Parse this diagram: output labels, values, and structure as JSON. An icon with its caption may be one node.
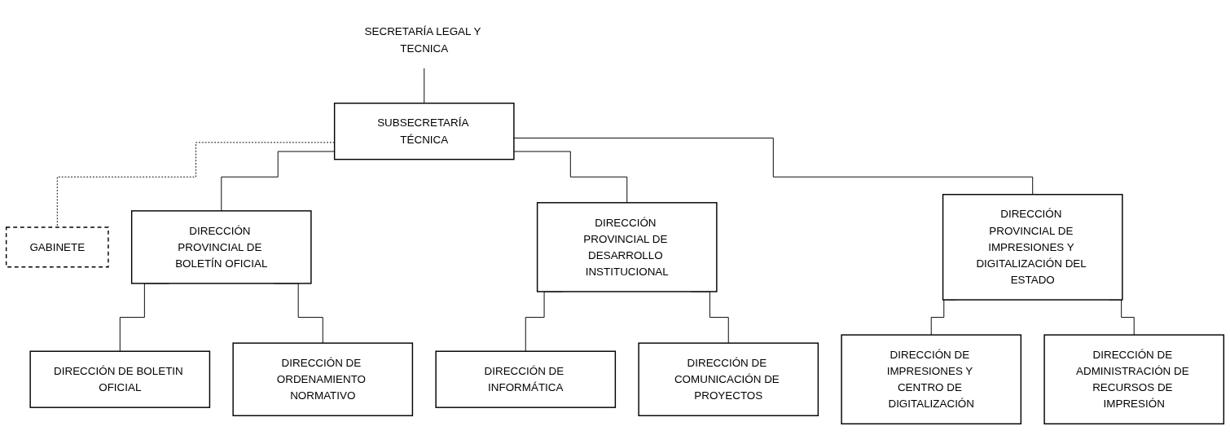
{
  "diagram": {
    "nodes": [
      {
        "text": [
          "SECRETARÍA LEGAL Y TECNICA"
        ]
      },
      {
        "text": [
          "SUBSECRETARÍA TÉCNICA"
        ]
      },
      {
        "text": [
          "GABINETE"
        ]
      },
      {
        "text": [
          "DIRECCIÓN PROVINCIAL DE BOLETÍN OFICIAL"
        ]
      },
      {
        "text": [
          "DIRECCIÓN PROVINCIAL DE DESARROLLO INSTITUCIONAL"
        ]
      },
      {
        "text": [
          "DIRECCIÓN PROVINCIAL DE IMPRESIONES Y DIGITALIZACIÓN DEL ESTADO"
        ]
      },
      {
        "text": [
          "DIRECCIÓN DE BOLETIN OFICIAL"
        ]
      },
      {
        "text": [
          "DIRECCIÓN DE ORDENAMIENTO NORMATIVO"
        ]
      },
      {
        "text": [
          "DIRECCIÓN DE INFORMÁTICA"
        ]
      },
      {
        "text": [
          "DIRECCIÓN DE COMUNICACIÓN DE PROYECTOS"
        ]
      },
      {
        "text": [
          "DIRECCIÓN DE IMPRESIONES Y CENTRO DE DIGITALIZACIÓN"
        ]
      },
      {
        "text": [
          "DIRECCIÓN DE ADMINISTRACIÓN DE RECURSOS DE IMPRESIÓN"
        ]
      }
    ],
    "edges": [
      {
        "from": 0,
        "to": 1,
        "arrow": "none"
      },
      {
        "from": 1,
        "to": 2,
        "arrow": "none",
        "style": "dashed"
      },
      {
        "from": 1,
        "to": 3,
        "arrow": "none"
      },
      {
        "from": 1,
        "to": 4,
        "arrow": "none"
      },
      {
        "from": 1,
        "to": 5,
        "arrow": "none"
      },
      {
        "from": 3,
        "to": 6,
        "arrow": "none"
      },
      {
        "from": 3,
        "to": 7,
        "arrow": "none"
      },
      {
        "from": 4,
        "to": 8,
        "arrow": "none"
      },
      {
        "from": 4,
        "to": 9,
        "arrow": "none"
      },
      {
        "from": 5,
        "to": 10,
        "arrow": "none"
      },
      {
        "from": 5,
        "to": 11,
        "arrow": "none"
      }
    ]
  }
}
